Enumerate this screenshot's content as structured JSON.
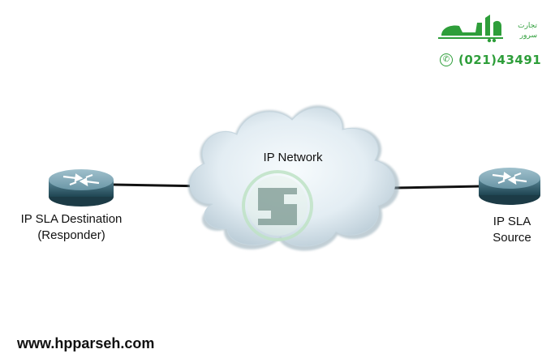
{
  "nodes": {
    "destination": {
      "label_line1": "IP SLA Destination",
      "label_line2": "(Responder)"
    },
    "source": {
      "label_line1": "IP SLA",
      "label_line2": "Source"
    },
    "network": {
      "label": "IP Network"
    }
  },
  "watermark": {
    "icon": "hpparseh-logo-icon"
  },
  "branding": {
    "logo_text": "پارسه",
    "logo_sub_line1": "تجارت",
    "logo_sub_line2": "سرور",
    "phone": "(021)43491",
    "phone_icon": "phone-icon",
    "website": "www.hpparseh.com",
    "color": "#2e9e3a"
  },
  "colors": {
    "router_body": "#3f6f80",
    "cloud_fill": "#e4eef3",
    "link": "#111111"
  }
}
